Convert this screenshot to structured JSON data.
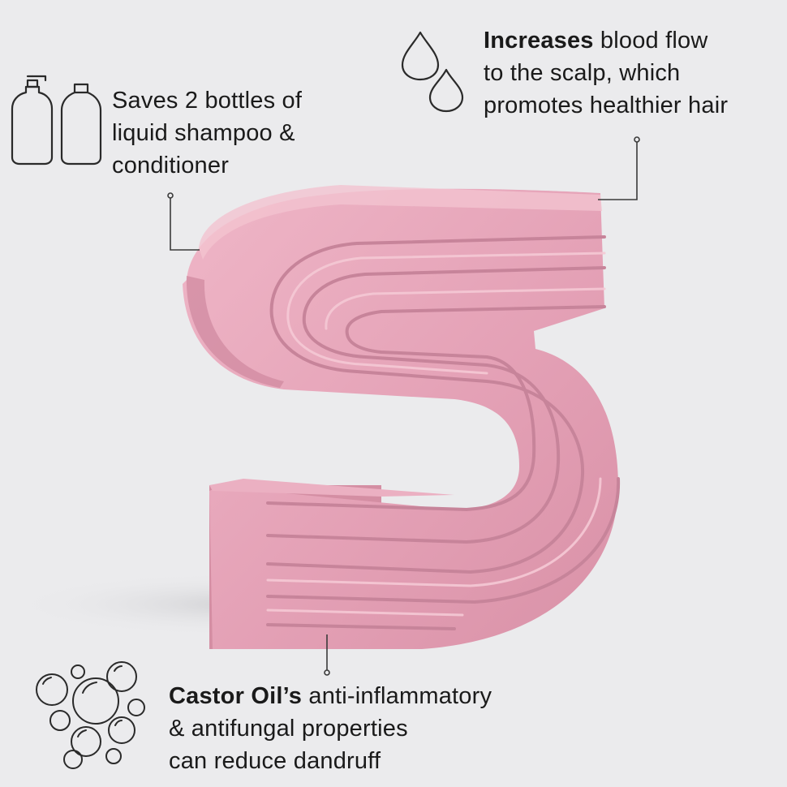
{
  "callouts": {
    "bottles": {
      "line1": "Saves 2 bottles of",
      "line2": "liquid shampoo &",
      "line3": "conditioner",
      "icon": "shampoo-bottles-icon"
    },
    "bloodflow": {
      "bold": "Increases",
      "line1_rest": " blood flow",
      "line2": "to the scalp, which",
      "line3": "promotes healthier hair",
      "icon": "water-drops-icon"
    },
    "castor": {
      "bold": "Castor Oil’s",
      "line1_rest": " anti-inflammatory",
      "line2": "& antifungal properties",
      "line3": "can reduce dandruff",
      "icon": "bubbles-icon"
    }
  },
  "colors": {
    "background": "#ebebed",
    "bar_pink": "#e5a4b9",
    "bar_pink_light": "#f1bdcc",
    "bar_pink_dark": "#c98599",
    "text": "#1a1a1a",
    "lines": "#3a3a3a"
  }
}
